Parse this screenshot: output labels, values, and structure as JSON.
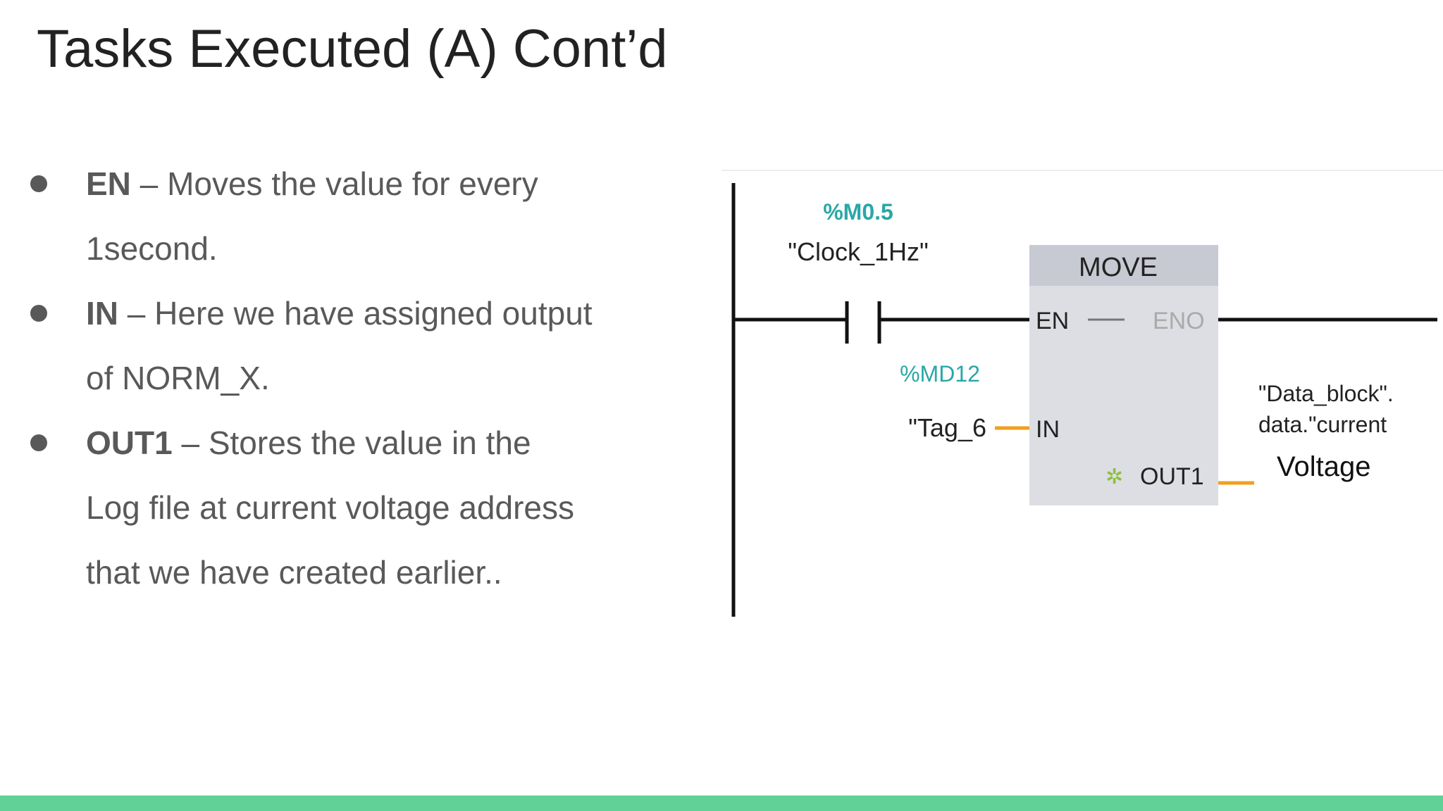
{
  "slide": {
    "title": "Tasks Executed (A) Cont’d"
  },
  "bullets": [
    {
      "term": "EN",
      "separator": " – ",
      "lines": [
        "Moves the value for every",
        "1second."
      ]
    },
    {
      "term": "IN",
      "separator": " – ",
      "lines": [
        "Here we have assigned output",
        "of NORM_X."
      ]
    },
    {
      "term": "OUT1",
      "separator": " – ",
      "lines": [
        "Stores the value in the",
        "Log file at current voltage address",
        "that we have created earlier.."
      ]
    }
  ],
  "ladder": {
    "contact_address": "%M0.5",
    "contact_tag": "\"Clock_1Hz\"",
    "block_name": "MOVE",
    "pin_en": "EN",
    "pin_eno": "ENO",
    "pin_in": "IN",
    "pin_out": "OUT1",
    "in_address": "%MD12",
    "in_tag": "\"Tag_6",
    "out_tag_line1": "\"Data_block\".",
    "out_tag_line2": "data.\"current",
    "out_tag_line3": "Voltage"
  },
  "colors": {
    "bottom_bar": "#62d198",
    "address_text": "#2aa7a7",
    "block_fill": "#d9dbe1",
    "block_header": "#c4c7d2",
    "orange_wire": "#f0a020"
  }
}
